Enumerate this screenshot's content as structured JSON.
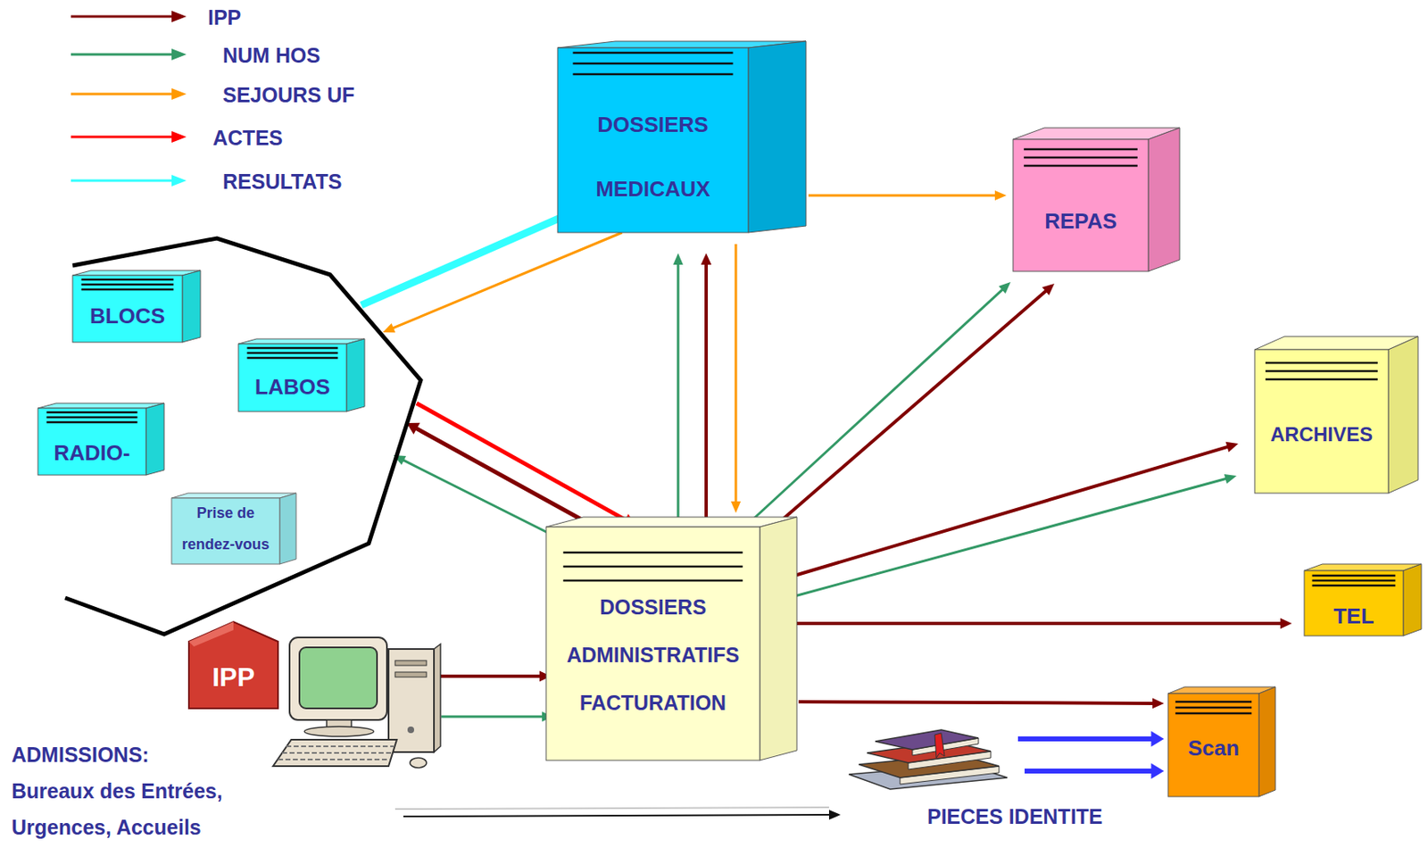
{
  "diagram": {
    "nodes": [
      {
        "text": [
          "DOSSIERS MEDICAUX"
        ]
      },
      {
        "text": [
          "REPAS"
        ]
      },
      {
        "text": []
      },
      {
        "text": [
          "BLOCS"
        ],
        "in": 2
      },
      {
        "text": [
          "LABOS"
        ],
        "in": 2
      },
      {
        "text": [
          "RADIO-"
        ],
        "in": 2
      },
      {
        "text": [
          "Prise de rendez-vous"
        ],
        "in": 2
      },
      {
        "text": [
          "ARCHIVES"
        ]
      },
      {
        "text": [
          "DOSSIERS ADMINISTRATIFS FACTURATION"
        ]
      },
      {
        "text": [
          "TEL"
        ]
      },
      {
        "text": [
          "IPP"
        ]
      },
      {
        "text": [
          "ADMISSIONS: Bureaux des Entrées, Urgences, Accueils"
        ]
      },
      {
        "text": [
          "Scan"
        ]
      },
      {
        "text": [
          "PIECES IDENTITE"
        ]
      }
    ],
    "edges": [
      {
        "from": 2,
        "to": 0,
        "arrow": "to"
      },
      {
        "from": 0,
        "to": 2,
        "arrow": "to"
      },
      {
        "from": 0,
        "to": 1,
        "arrow": "to"
      },
      {
        "from": 0,
        "to": 8,
        "arrow": "to"
      },
      {
        "from": 8,
        "to": 0,
        "arrow": "to"
      },
      {
        "from": 8,
        "to": 0,
        "arrow": "to"
      },
      {
        "from": 8,
        "to": 1,
        "arrow": "to"
      },
      {
        "from": 8,
        "to": 1,
        "arrow": "to"
      },
      {
        "from": 2,
        "to": 8,
        "arrow": "to"
      },
      {
        "from": 8,
        "to": 2,
        "arrow": "to"
      },
      {
        "from": 8,
        "to": 2,
        "arrow": "to"
      },
      {
        "from": 8,
        "to": 7,
        "arrow": "to"
      },
      {
        "from": 8,
        "to": 7,
        "arrow": "to"
      },
      {
        "from": 8,
        "to": 9,
        "arrow": "to"
      },
      {
        "from": 8,
        "to": 12,
        "arrow": "to"
      },
      {
        "from": 11,
        "to": 8,
        "arrow": "to"
      },
      {
        "from": 11,
        "to": 8,
        "arrow": "to"
      },
      {
        "from": 13,
        "to": 12,
        "arrow": "to"
      },
      {
        "from": 13,
        "to": 12,
        "arrow": "to"
      },
      {
        "from": 11,
        "to": 13,
        "arrow": "to"
      }
    ],
    "legend": [
      {
        "text": "IPP",
        "color": "#800000"
      },
      {
        "text": "NUM HOS",
        "color": "#339966"
      },
      {
        "text": "SEJOURS UF",
        "color": "#ff9900"
      },
      {
        "text": "ACTES",
        "color": "#ff0000"
      },
      {
        "text": "RESULTATS",
        "color": "#33ffff"
      }
    ]
  }
}
